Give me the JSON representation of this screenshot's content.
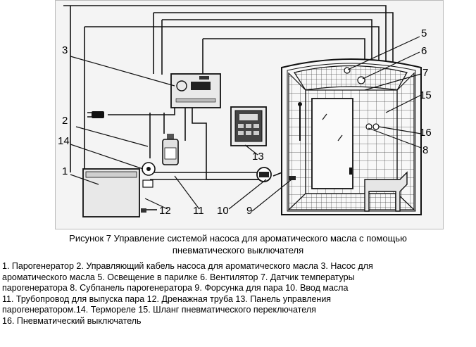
{
  "figure": {
    "callouts": {
      "c1": "1",
      "c2": "2",
      "c3": "3",
      "c5": "5",
      "c6": "6",
      "c7": "7",
      "c8": "8",
      "c9": "9",
      "c10": "10",
      "c11": "11",
      "c12": "12",
      "c13": "13",
      "c14": "14",
      "c15": "15",
      "c16": "16"
    }
  },
  "caption": {
    "line1": "Рисунок 7 Управление системой насоса для ароматического масла с помощью",
    "line2": "пневматического выключателя"
  },
  "legend": {
    "line1": "1. Парогенератор 2. Управляющий кабель насоса для ароматического масла 3. Насос для",
    "line2": "ароматического масла 5. Освещение в парилке 6. Вентилятор 7. Датчик температуры",
    "line3": "парогенератора 8. Субпанель парогенератора 9. Форсунка для пара 10. Ввод масла",
    "line4": "11. Трубопровод для выпуска пара 12. Дренажная труба 13. Панель управления",
    "line5": "парогенератором.14. Термореле 15. Шланг пневматического переключателя",
    "line6": "16. Пневматический выключатель"
  }
}
